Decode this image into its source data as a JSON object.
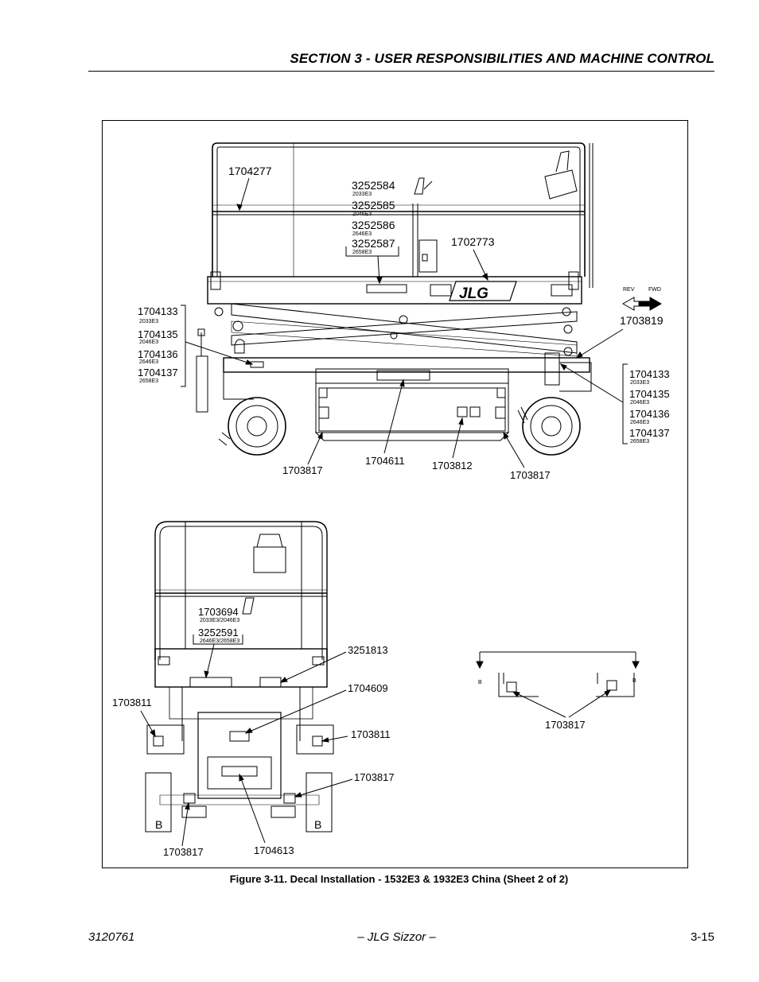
{
  "header": {
    "section_title": "SECTION 3 - USER RESPONSIBILITIES AND MACHINE CONTROL"
  },
  "figure": {
    "caption": "Figure 3-11.  Decal Installation - 1532E3 & 1932E3 China (Sheet 2 of 2)",
    "side_view": {
      "labels": {
        "p1704277": "1704277",
        "p3252584": "3252584",
        "m2033e3_a": "2033E3",
        "p3252585": "3252585",
        "m2046e3_a": "2046E3",
        "p3252586": "3252586",
        "m2646e3_a": "2646E3",
        "p3252587": "3252587",
        "m2658e3_a": "2658E3",
        "p1702773": "1702773",
        "rev": "REV",
        "fwd": "FWD",
        "p1703819": "1703819",
        "left_group": {
          "a": "1704133",
          "a_m": "2033E3",
          "b": "1704135",
          "b_m": "2046E3",
          "c": "1704136",
          "c_m": "2646E3",
          "d": "1704137",
          "d_m": "2658E3"
        },
        "right_group": {
          "a": "1704133",
          "a_m": "2033E3",
          "b": "1704135",
          "b_m": "2046E3",
          "c": "1704136",
          "c_m": "2646E3",
          "d": "1704137",
          "d_m": "2658E3"
        },
        "p1703817_left": "1703817",
        "p1704611": "1704611",
        "p1703812": "1703812",
        "p1703817_right": "1703817",
        "brand": "JLG"
      }
    },
    "rear_view": {
      "labels": {
        "p1703694": "1703694",
        "m2033_2046": "2033E3/2046E3",
        "p3252591": "3252591",
        "m2646_2658": "2646E3/2658E3",
        "p3251813": "3251813",
        "p1704609": "1704609",
        "p1703811_left": "1703811",
        "p1703811_right": "1703811",
        "p1703817_right": "1703817",
        "p1703817_bottom": "1703817",
        "p1704613": "1704613",
        "b_left": "B",
        "b_right": "B"
      }
    },
    "detail_b": {
      "labels": {
        "b_left": "B",
        "b_right": "B",
        "p1703817": "1703817"
      }
    }
  },
  "footer": {
    "doc_number": "3120761",
    "title": "– JLG Sizzor –",
    "page": "3-15"
  }
}
